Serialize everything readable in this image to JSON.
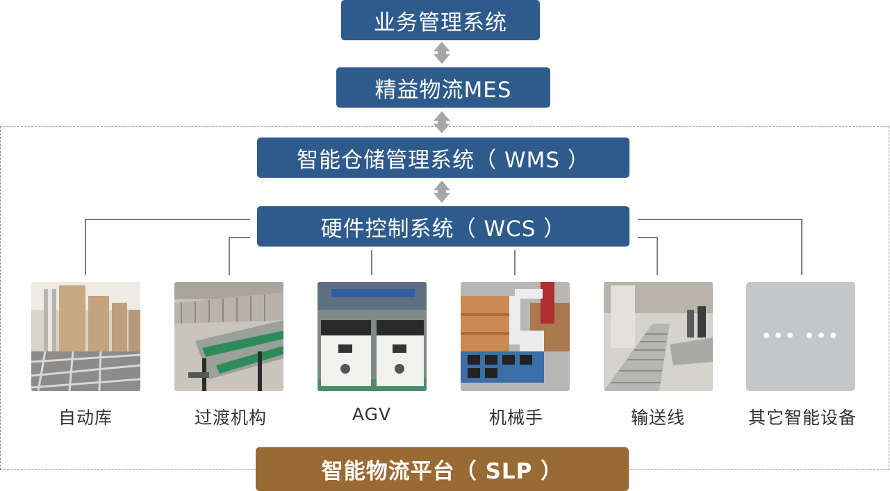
{
  "systems": {
    "business": "业务管理系统",
    "mes": "精益物流MES",
    "wms": "智能仓储管理系统（ WMS ）",
    "wcs": "硬件控制系统（ WCS ）"
  },
  "platform": "智能物流平台（ SLP ）",
  "devices": [
    {
      "label": "自动库",
      "image": "automated-warehouse-photo"
    },
    {
      "label": "过渡机构",
      "image": "transfer-conveyor-photo"
    },
    {
      "label": "AGV",
      "image": "agv-photo"
    },
    {
      "label": "机械手",
      "image": "robot-arm-photo"
    },
    {
      "label": "输送线",
      "image": "roller-conveyor-photo"
    },
    {
      "label": "其它智能设备",
      "image": "placeholder-tile"
    }
  ],
  "more_placeholder": "••• •••",
  "colors": {
    "system_box": "#2f5a8c",
    "platform_box": "#9a6a34",
    "arrow": "#a6a6a6",
    "connector": "#555555"
  }
}
